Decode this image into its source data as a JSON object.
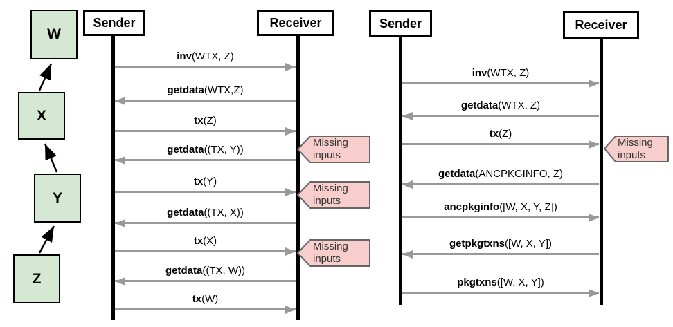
{
  "chain": {
    "nodes": [
      {
        "label": "W"
      },
      {
        "label": "X"
      },
      {
        "label": "Y"
      },
      {
        "label": "Z"
      }
    ],
    "fill": "#d5e8d4",
    "border": "#000000"
  },
  "diagrams": [
    {
      "sender_label": "Sender",
      "receiver_label": "Receiver",
      "messages": [
        {
          "method": "inv",
          "args": "(WTX, Z)",
          "direction": "right"
        },
        {
          "method": "getdata",
          "args": "(WTX,Z)",
          "direction": "left"
        },
        {
          "method": "tx",
          "args": "(Z)",
          "direction": "right"
        },
        {
          "method": "getdata",
          "args": "((TX, Y))",
          "direction": "left"
        },
        {
          "method": "tx",
          "args": "(Y)",
          "direction": "right"
        },
        {
          "method": "getdata",
          "args": "((TX, X))",
          "direction": "left"
        },
        {
          "method": "tx",
          "args": "(X)",
          "direction": "right"
        },
        {
          "method": "getdata",
          "args": "((TX, W))",
          "direction": "left"
        },
        {
          "method": "tx",
          "args": "(W)",
          "direction": "right"
        }
      ],
      "tags": [
        {
          "label": "Missing inputs"
        },
        {
          "label": "Missing inputs"
        },
        {
          "label": "Missing inputs"
        }
      ]
    },
    {
      "sender_label": "Sender",
      "receiver_label": "Receiver",
      "messages": [
        {
          "method": "inv",
          "args": "(WTX, Z)",
          "direction": "right"
        },
        {
          "method": "getdata",
          "args": "(WTX, Z)",
          "direction": "left"
        },
        {
          "method": "tx",
          "args": "(Z)",
          "direction": "right"
        },
        {
          "method": "getdata",
          "args": "(ANCPKGINFO, Z)",
          "direction": "left"
        },
        {
          "method": "ancpkginfo",
          "args": "([W, X, Y, Z])",
          "direction": "right"
        },
        {
          "method": "getpkgtxns",
          "args": "([W, X, Y])",
          "direction": "left"
        },
        {
          "method": "pkgtxns",
          "args": "([W, X, Y])",
          "direction": "right"
        }
      ],
      "tags": [
        {
          "label": "Missing inputs"
        }
      ]
    }
  ],
  "colors": {
    "node_fill": "#d5e8d4",
    "node_border": "#000000",
    "tag_fill": "#f8cecc",
    "tag_border": "#666666",
    "arrow": "#999999",
    "lifeline": "#000000"
  }
}
